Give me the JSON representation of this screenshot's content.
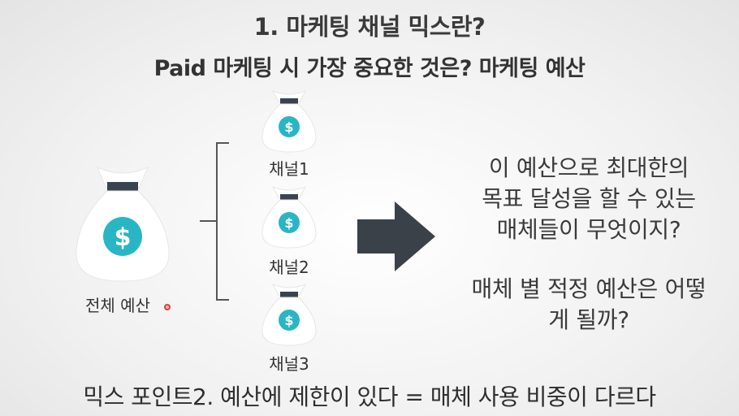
{
  "title": "1. 마케팅 채널 믹스란?",
  "subtitle": "Paid 마케팅 시 가장 중요한 것은? 마케팅 예산",
  "total_budget": {
    "label": "전체 예산",
    "icon": "money-bag-icon",
    "symbol": "$"
  },
  "channels": [
    {
      "label": "채널1",
      "icon": "money-bag-icon",
      "symbol": "$"
    },
    {
      "label": "채널2",
      "icon": "money-bag-icon",
      "symbol": "$"
    },
    {
      "label": "채널3",
      "icon": "money-bag-icon",
      "symbol": "$"
    }
  ],
  "questions": {
    "q1": [
      "이 예산으로 최대한의",
      "목표 달성을 할 수 있는",
      "매체들이 무엇이지?"
    ],
    "q2": [
      "매체 별 적정 예산은 어떻",
      "게 될까?"
    ]
  },
  "footer": "믹스 포인트2. 예산에 제한이 있다 = 매체 사용 비중이 다르다",
  "colors": {
    "bag": "#ffffff",
    "tie": "#3a4350",
    "coin": "#29b6c4",
    "arrow": "#3b4148",
    "text": "#333333"
  }
}
